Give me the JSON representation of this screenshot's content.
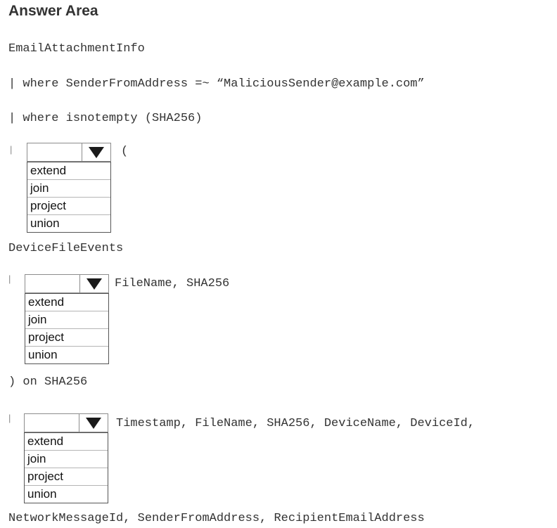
{
  "title": "Answer Area",
  "lines": {
    "line1": "EmailAttachmentInfo",
    "line2": "| where SenderFromAddress =~ “MaliciousSender@example.com”",
    "line3": "| where isnotempty (SHA256)",
    "line4_pipe": "|",
    "line4_after": "(",
    "line5": "DeviceFileEvents",
    "line6_pipe": "|",
    "line6_after": "FileName, SHA256",
    "line7": ") on SHA256",
    "line8_pipe": "|",
    "line8_after": "Timestamp, FileName, SHA256, DeviceName, DeviceId,",
    "line9": "NetworkMessageId, SenderFromAddress, RecipientEmailAddress"
  },
  "dropdowns": [
    {
      "selected": "",
      "options": [
        "extend",
        "join",
        "project",
        "union"
      ]
    },
    {
      "selected": "",
      "options": [
        "extend",
        "join",
        "project",
        "union"
      ]
    },
    {
      "selected": "",
      "options": [
        "extend",
        "join",
        "project",
        "union"
      ]
    }
  ],
  "icons": {
    "dropdown_arrow": "triangle-down-icon"
  }
}
